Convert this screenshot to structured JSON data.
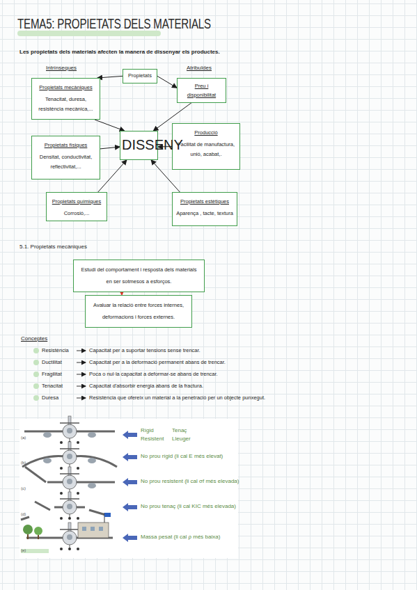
{
  "diagram": {
    "title": "TEMA5: PROPIETATS DELS MATERIALS",
    "nodes": [
      {
        "text": [
          "Propietats"
        ]
      },
      {
        "text": [
          "Propietats mecàniques",
          "Tenacitat, duresa, resistència mecànica,..."
        ]
      },
      {
        "text": [
          "Preu i disponibilitat"
        ]
      },
      {
        "text": [
          "Producció",
          "Facilitat de manufactura, unió, acabat,."
        ]
      },
      {
        "text": [
          "DISSENY"
        ]
      },
      {
        "text": [
          "Propietats físiques",
          "Densitat, conductivitat, reflectivitat,..."
        ]
      },
      {
        "text": [
          "Propietats químiques",
          "Corrosió,..."
        ]
      },
      {
        "text": [
          "Propietats estètiques",
          "Aparença , tacte, textura"
        ]
      },
      {
        "text": [
          "Estudi del comportament i resposta dels materials en ser sotmesos a esforços."
        ]
      },
      {
        "text": [
          "Avaluar la relació entre forces internes, deformacions i forces externes."
        ]
      }
    ],
    "edges": [
      {
        "from": 0,
        "to": 1,
        "arrow": "to"
      },
      {
        "from": 0,
        "to": 2,
        "arrow": "to"
      },
      {
        "from": 1,
        "to": 4,
        "arrow": "to"
      },
      {
        "from": 2,
        "to": 4,
        "arrow": "to"
      },
      {
        "from": 3,
        "to": 4,
        "arrow": "to"
      },
      {
        "from": 5,
        "to": 4,
        "arrow": "to"
      },
      {
        "from": 6,
        "to": 4,
        "arrow": "to"
      },
      {
        "from": 7,
        "to": 4,
        "arrow": "to"
      },
      {
        "from": 8,
        "to": 9,
        "arrow": "to"
      }
    ],
    "labels": [
      "Les propietats dels materials afecten la manera de dissenyar els productes.",
      "Intrínseques",
      "Atribuïdes",
      "5.1. Propietats mecàniques",
      "Conceptes",
      "Resistència",
      "Capacitat per a suportar tensions sense trencar.",
      "Ductilitat",
      "Capacitat per a la deformació permanent abans de trencar.",
      "Fragilitat",
      "Poca o nul·la capacitat a deformar-se abans de trencar.",
      "Tenacitat",
      "Capacitat d'absorbir energia abans de la fractura.",
      "Duresa",
      "Resistència que ofereix un material a la penetració per un objecte punxegut.",
      "Rígid",
      "Tenaç",
      "Resistent",
      "Lleuger",
      "No prou rígid (li cal E més elevat)",
      "No prou resistent (li cal σf més elevada)",
      "No prou tenaç (li cal KIC més elevada)",
      "Massa pesat (li cal ρ més baixa)",
      "(a)",
      "(b)",
      "(c)",
      "(d)",
      "(e)"
    ]
  }
}
